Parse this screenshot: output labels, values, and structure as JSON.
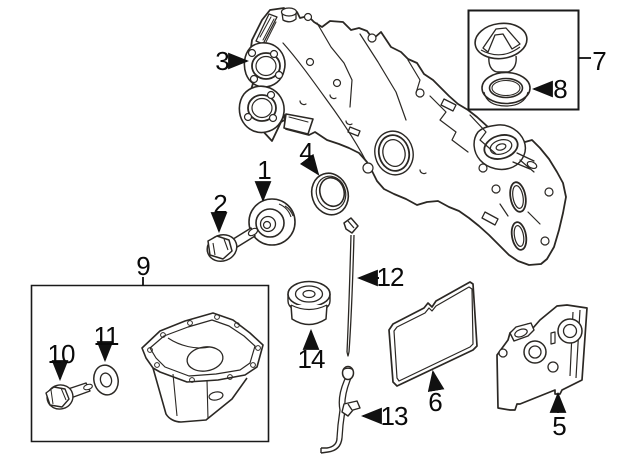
{
  "page": {
    "type": "parts-illustration",
    "subject": "engine oil pan, timing cover and oil filter exploded parts diagram",
    "background": "#ffffff"
  },
  "style": {
    "line_color": "#2b2824",
    "label_color": "#0a0a0a",
    "box_border_color": "#1a1a1a",
    "box_fill": "#ffffff",
    "arrow_color": "#111111"
  },
  "callouts": [
    {
      "num": "1",
      "part": "crankshaft-pulley"
    },
    {
      "num": "2",
      "part": "pulley-bolt"
    },
    {
      "num": "3",
      "part": "timing-chain-cover"
    },
    {
      "num": "4",
      "part": "crankshaft-oil-seal"
    },
    {
      "num": "5",
      "part": "engine-cover-plate"
    },
    {
      "num": "6",
      "part": "cover-plate-gasket"
    },
    {
      "num": "7",
      "part": "oil-filler-cap"
    },
    {
      "num": "8",
      "part": "filler-cap-o-ring"
    },
    {
      "num": "9",
      "part": "oil-pan-kit"
    },
    {
      "num": "10",
      "part": "oil-drain-plug"
    },
    {
      "num": "11",
      "part": "drain-plug-washer"
    },
    {
      "num": "12",
      "part": "oil-level-dipstick"
    },
    {
      "num": "13",
      "part": "dipstick-guide-tube"
    },
    {
      "num": "14",
      "part": "oil-filter"
    }
  ]
}
